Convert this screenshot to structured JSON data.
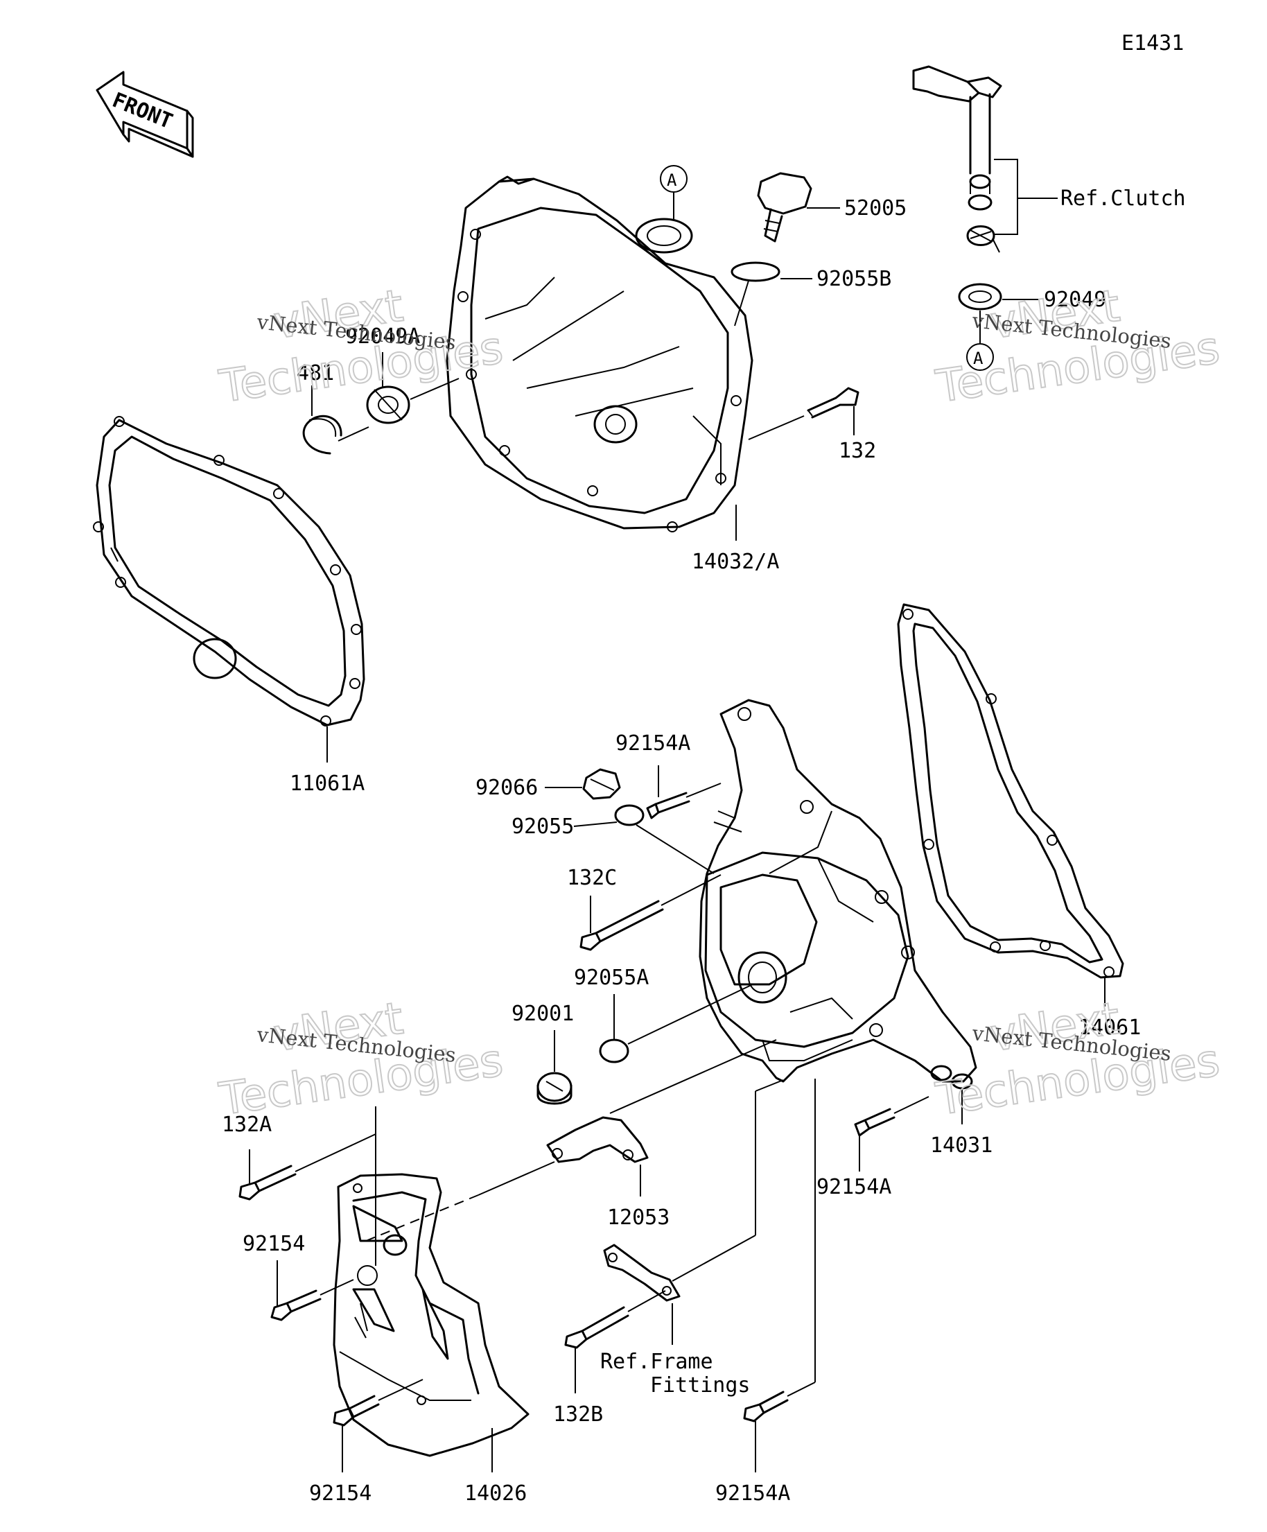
{
  "diagram_code": "E1431",
  "front_label": "FRONT",
  "watermark": {
    "line1": "vNext",
    "line2": "Technologies",
    "caption": "vNext Technologies"
  },
  "callouts": {
    "p52005": "52005",
    "p92055B": "92055B",
    "refClutch": "Ref.Clutch",
    "p92049": "92049",
    "markA1": "A",
    "markA2": "A",
    "p92049A": "92049A",
    "p481": "481",
    "p132": "132",
    "p14032A": "14032/A",
    "p11061A": "11061A",
    "p92154A_top": "92154A",
    "p92066": "92066",
    "p92055": "92055",
    "p132C": "132C",
    "p92055A": "92055A",
    "p92001": "92001",
    "p14061": "14061",
    "p14031": "14031",
    "p92154A_mid": "92154A",
    "p132A": "132A",
    "p12053": "12053",
    "p92154_mid": "92154",
    "refFrame1": "Ref.Frame",
    "refFrame2": "Fittings",
    "p132B": "132B",
    "p92154_bot": "92154",
    "p14026": "14026",
    "p92154A_bot": "92154A"
  }
}
